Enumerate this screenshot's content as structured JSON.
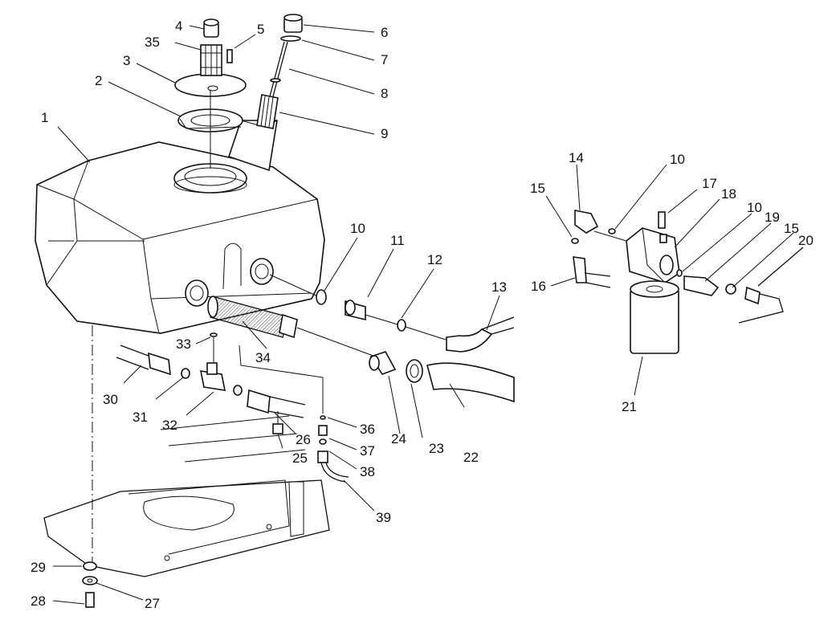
{
  "diagram": {
    "callouts": {
      "c1": "1",
      "c2": "2",
      "c3": "3",
      "c4": "4",
      "c5": "5",
      "c6": "6",
      "c7": "7",
      "c8": "8",
      "c9": "9",
      "c10a": "10",
      "c10b": "10",
      "c10c": "10",
      "c11": "11",
      "c12": "12",
      "c13": "13",
      "c14": "14",
      "c15a": "15",
      "c15b": "15",
      "c16": "16",
      "c17": "17",
      "c18": "18",
      "c19": "19",
      "c20": "20",
      "c21": "21",
      "c22": "22",
      "c23": "23",
      "c24": "24",
      "c25": "25",
      "c26": "26",
      "c27": "27",
      "c28": "28",
      "c29": "29",
      "c30": "30",
      "c31": "31",
      "c32": "32",
      "c33": "33",
      "c34": "34",
      "c35": "35",
      "c36": "36",
      "c37": "37",
      "c38": "38",
      "c39": "39"
    }
  }
}
